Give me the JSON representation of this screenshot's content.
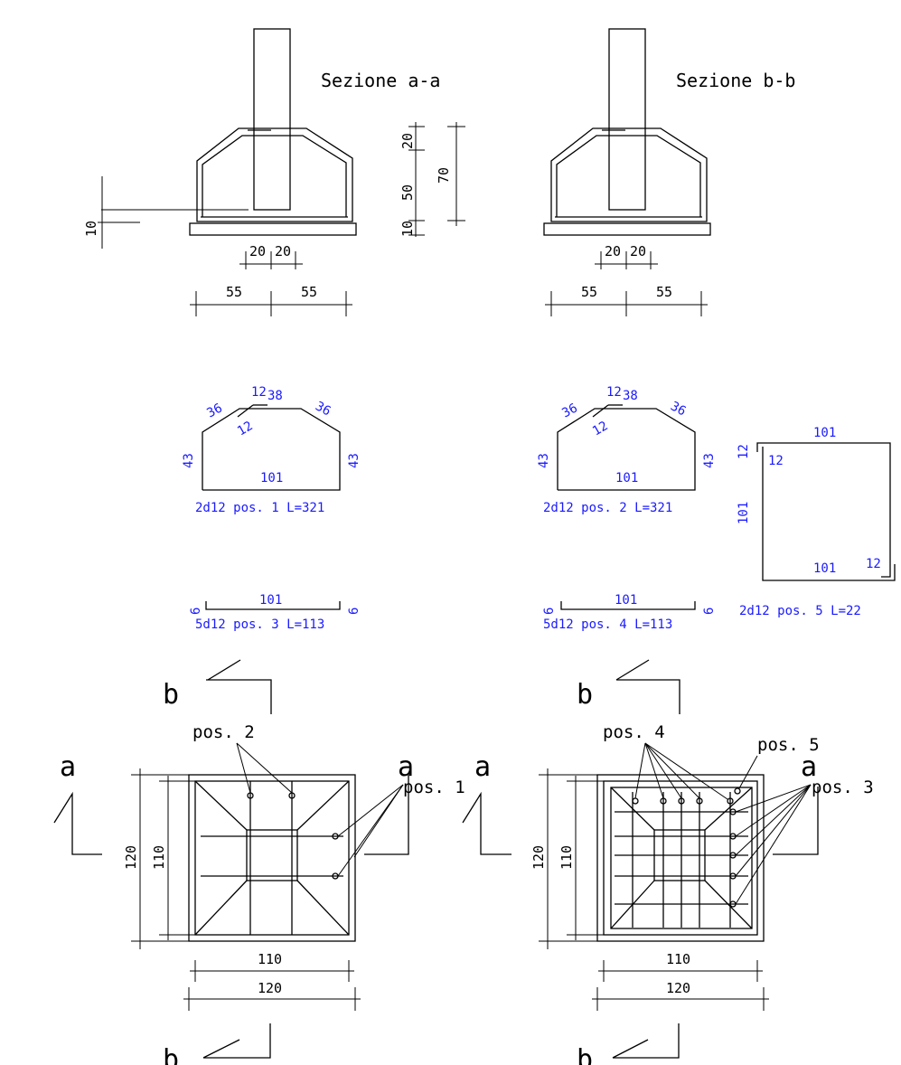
{
  "sections": {
    "a": {
      "title": "Sezione a-a"
    },
    "b": {
      "title": "Sezione b-b"
    }
  },
  "dims": {
    "d10": "10",
    "d20": "20",
    "d50": "50",
    "d70": "70",
    "d55": "55",
    "d110": "110",
    "d120": "120"
  },
  "bars": {
    "pos1": {
      "caption": "2d12 pos. 1  L=321"
    },
    "pos2": {
      "caption": "2d12 pos. 2  L=321"
    },
    "pos3": {
      "caption": "5d12 pos. 3  L=113"
    },
    "pos4": {
      "caption": "5d12 pos. 4  L=113"
    },
    "pos5": {
      "caption": "2d12 pos. 5  L=22"
    },
    "seg": {
      "s36": "36",
      "s12": "12",
      "s38": "38",
      "s43": "43",
      "s101": "101",
      "s6": "6"
    }
  },
  "plan": {
    "marks": {
      "a": "a",
      "b": "b"
    },
    "leaders": {
      "pos1": "pos. 1",
      "pos2": "pos. 2",
      "pos3": "pos. 3",
      "pos4": "pos. 4",
      "pos5": "pos. 5"
    }
  },
  "colors": {
    "drawing": "#000000",
    "rebar_text": "#1a1aff"
  }
}
